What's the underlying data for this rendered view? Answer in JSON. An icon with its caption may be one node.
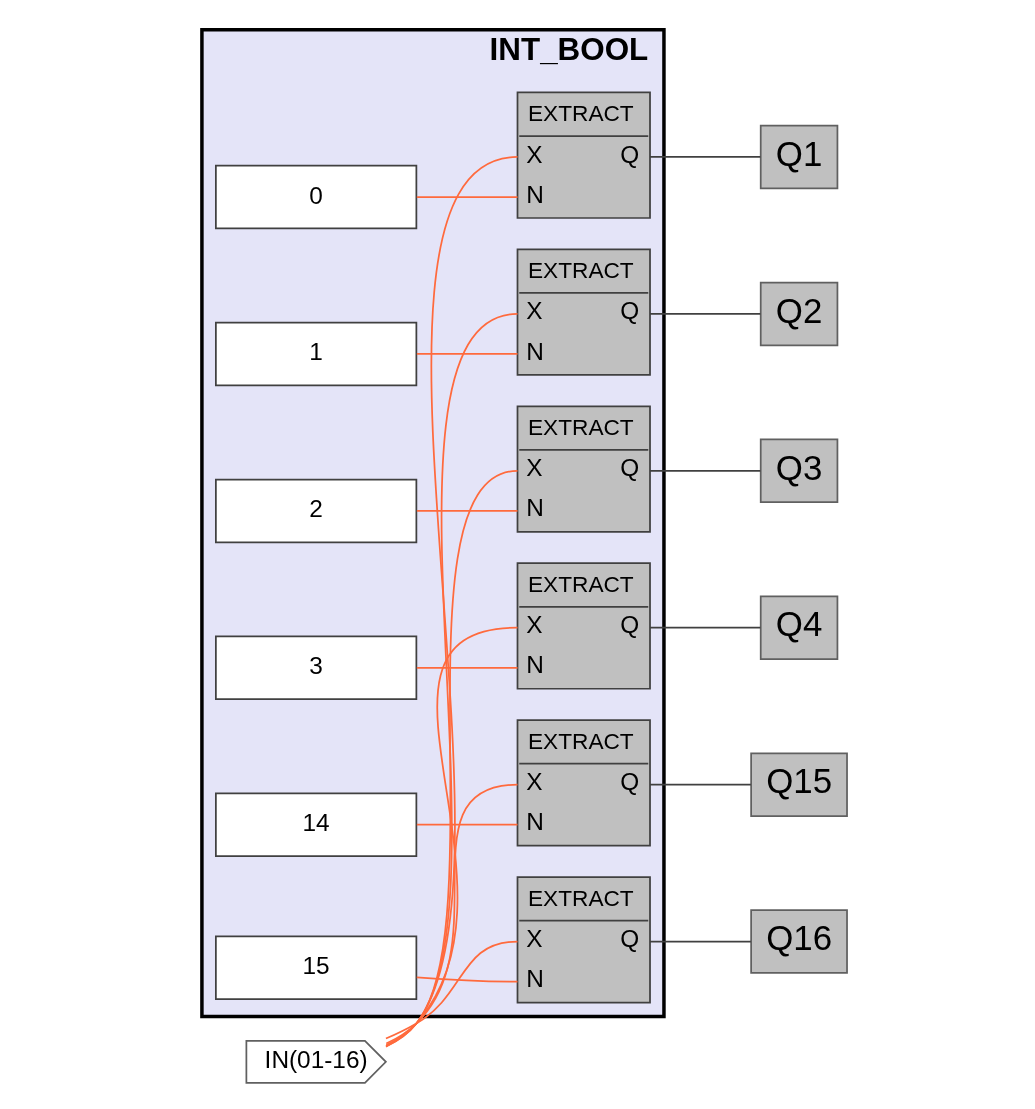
{
  "diagram": {
    "nodes": [
      {
        "text": [
          "INT_BOOL"
        ]
      },
      {
        "text": [
          "IN(01-16)"
        ]
      },
      {
        "text": [
          "EXTRACT",
          "X",
          "Q",
          "N"
        ],
        "in": 0
      },
      {
        "text": [
          "0"
        ],
        "in": 0
      },
      {
        "text": [
          "Q1"
        ]
      },
      {
        "text": [
          "EXTRACT",
          "X",
          "Q",
          "N"
        ],
        "in": 0
      },
      {
        "text": [
          "1"
        ],
        "in": 0
      },
      {
        "text": [
          "Q2"
        ]
      },
      {
        "text": [
          "EXTRACT",
          "X",
          "Q",
          "N"
        ],
        "in": 0
      },
      {
        "text": [
          "2"
        ],
        "in": 0
      },
      {
        "text": [
          "Q3"
        ]
      },
      {
        "text": [
          "EXTRACT",
          "X",
          "Q",
          "N"
        ],
        "in": 0
      },
      {
        "text": [
          "3"
        ],
        "in": 0
      },
      {
        "text": [
          "Q4"
        ]
      },
      {
        "text": [
          "EXTRACT",
          "X",
          "Q",
          "N"
        ],
        "in": 0
      },
      {
        "text": [
          "14"
        ],
        "in": 0
      },
      {
        "text": [
          "Q15"
        ]
      },
      {
        "text": [
          "EXTRACT",
          "X",
          "Q",
          "N"
        ],
        "in": 0
      },
      {
        "text": [
          "15"
        ],
        "in": 0
      },
      {
        "text": [
          "Q16"
        ]
      }
    ],
    "edges": [
      {
        "from": 1,
        "to": 2,
        "arrow": "none"
      },
      {
        "from": 3,
        "to": 2,
        "arrow": "none"
      },
      {
        "from": 2,
        "to": 4,
        "arrow": "none",
        "color": "#404040"
      },
      {
        "from": 1,
        "to": 5,
        "arrow": "none"
      },
      {
        "from": 6,
        "to": 5,
        "arrow": "none"
      },
      {
        "from": 5,
        "to": 7,
        "arrow": "none",
        "color": "#404040"
      },
      {
        "from": 1,
        "to": 8,
        "arrow": "none"
      },
      {
        "from": 9,
        "to": 8,
        "arrow": "none"
      },
      {
        "from": 8,
        "to": 10,
        "arrow": "none",
        "color": "#404040"
      },
      {
        "from": 1,
        "to": 11,
        "arrow": "none"
      },
      {
        "from": 12,
        "to": 11,
        "arrow": "none"
      },
      {
        "from": 11,
        "to": 13,
        "arrow": "none",
        "color": "#404040"
      },
      {
        "from": 1,
        "to": 14,
        "arrow": "none"
      },
      {
        "from": 15,
        "to": 14,
        "arrow": "none"
      },
      {
        "from": 14,
        "to": 16,
        "arrow": "none",
        "color": "#404040"
      },
      {
        "from": 1,
        "to": 17,
        "arrow": "none"
      },
      {
        "from": 18,
        "to": 17,
        "arrow": "none"
      },
      {
        "from": 17,
        "to": 19,
        "arrow": "none",
        "color": "#404040"
      }
    ]
  }
}
